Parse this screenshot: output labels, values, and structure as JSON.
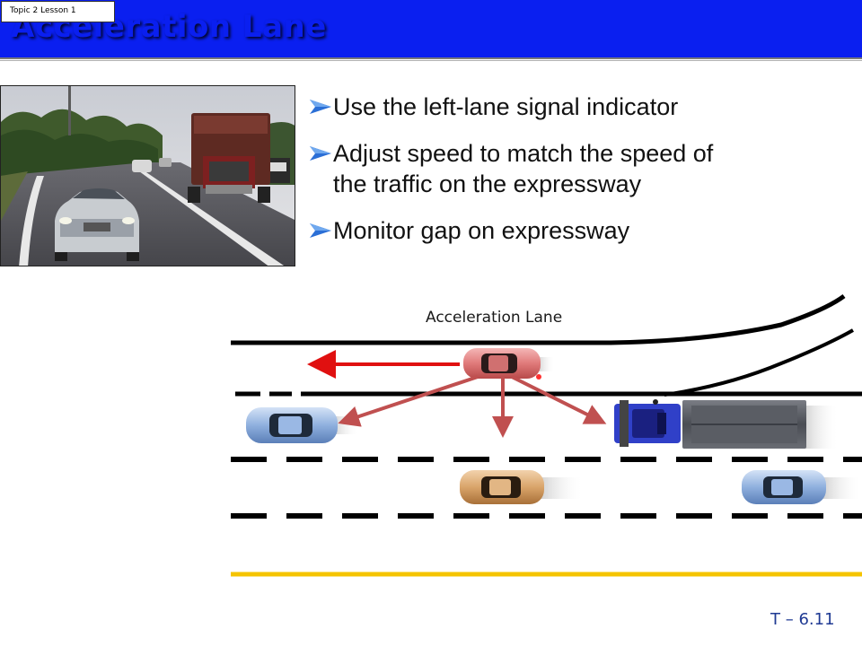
{
  "header": {
    "title": "Acceleration Lane",
    "topic_label": "Topic 2 Lesson 1"
  },
  "bullets": [
    {
      "text": "Use the left-lane signal indicator"
    },
    {
      "text": "Adjust speed to match the speed of",
      "continuation": "the traffic on the expressway"
    },
    {
      "text": "Monitor gap on expressway"
    }
  ],
  "diagram": {
    "lane_label": "Acceleration Lane"
  },
  "footer": {
    "slide_number": "T – 6.11"
  },
  "colors": {
    "title_bar": "#0a1ff0",
    "title_text": "#0a1ff0",
    "slide_number": "#1f3a93",
    "signal_arrow": "#e01010",
    "check_arrows": "#c05050",
    "edge_line": "#f5c400"
  }
}
